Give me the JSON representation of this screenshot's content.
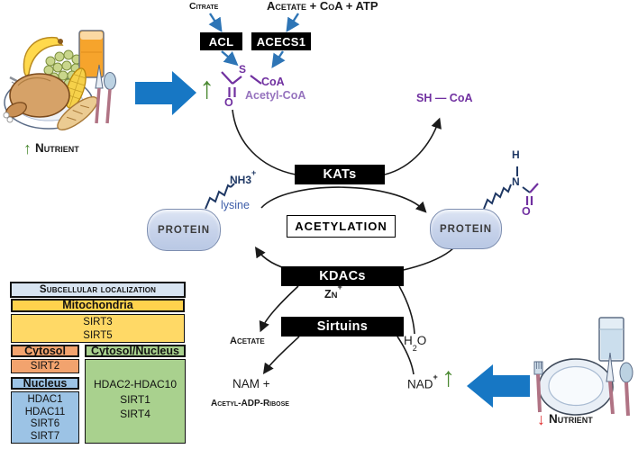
{
  "colors": {
    "block_arrow_blue": "#1777C4",
    "thin_arrow_blue": "#2E75B6",
    "purple": "#7030A0",
    "light_purple": "#9673BE",
    "navy": "#1F3864",
    "lysine_blue": "#3E5EA9",
    "green_arrow": "#4C8A33",
    "red_arrow": "#E02B2B",
    "table_yellow": "#FFD24D",
    "table_orange": "#F2A36E",
    "table_green": "#A9D18E",
    "table_blue": "#9CC3E5",
    "table_header_blue": "#D8E4F1"
  },
  "inputs": {
    "citrate": "Citrate",
    "acetate_coa_atp": "Acetate + CoA + ATP"
  },
  "enzymes": {
    "acl": "ACL",
    "acecs1": "ACECS1",
    "kats": "KATs",
    "kdacs": "KDACs",
    "sirtuins": "Sirtuins"
  },
  "center": {
    "acetylation": "ACETYLATION"
  },
  "molecules": {
    "acetyl_coa_label": "Acetyl-CoA",
    "s": "S",
    "coa": "CoA",
    "o": "O",
    "sh_coa": "SH — CoA",
    "nh3": {
      "base": "NH3",
      "sup": "+"
    },
    "lysine": "lysine",
    "h": "H",
    "n": "N",
    "zn": {
      "base": "Z",
      "small": "N",
      "sup": "+"
    },
    "acetate": "Acetate",
    "h2o": {
      "h": "H",
      "sub": "2",
      "o": "O"
    },
    "nam": "NAM +",
    "acetyl_adp_ribose": "Acetyl-ADP-Ribose",
    "nad": {
      "base": "NAD",
      "sup": "+"
    }
  },
  "proteins": {
    "left": "PROTEIN",
    "right": "PROTEIN"
  },
  "nutrient_status": {
    "high": {
      "arrow": "↑",
      "label": "Nutrient"
    },
    "low": {
      "arrow": "↓",
      "label": "Nutrient"
    },
    "acetyl_coa_up": "↑",
    "nad_up": "↑"
  },
  "localization_table": {
    "title": "Subcellular localization",
    "mitochondria": {
      "header": "Mitochondria",
      "items": [
        "SIRT3",
        "SIRT5"
      ]
    },
    "cytosol": {
      "header": "Cytosol",
      "items": [
        "SIRT2"
      ]
    },
    "nucleus": {
      "header": "Nucleus",
      "items": [
        "HDAC1",
        "HDAC11",
        "SIRT6",
        "SIRT7"
      ]
    },
    "cytosol_nucleus": {
      "header": "Cytosol/Nucleus",
      "items": [
        "HDAC2-HDAC10",
        "SIRT1",
        "SIRT4"
      ]
    }
  }
}
